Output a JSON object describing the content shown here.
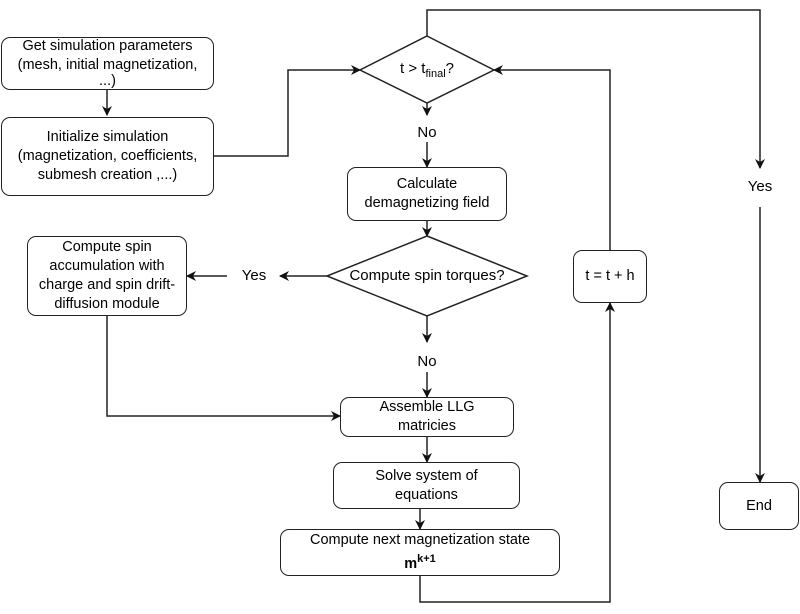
{
  "diagram": {
    "nodes": {
      "get_params": {
        "lines": [
          "Get simulation parameters",
          "(mesh, initial magnetization,",
          "...)"
        ]
      },
      "init_sim": {
        "lines": [
          "Initialize simulation",
          "(magnetization,  coefficients,",
          "submesh creation ,...)"
        ]
      },
      "time_check": {
        "text_main": "t > t",
        "text_sub": "final",
        "text_tail": "?"
      },
      "demag": {
        "lines": [
          "Calculate",
          "demagnetizing field"
        ]
      },
      "spin_torque_check": {
        "text": "Compute spin torques?"
      },
      "spin_accum": {
        "lines": [
          "Compute spin",
          "accumulation with",
          "charge and spin drift-",
          "diffusion module"
        ]
      },
      "assemble": {
        "lines": [
          "Assemble LLG",
          "matricies"
        ]
      },
      "solve": {
        "lines": [
          "Solve system of",
          "equations"
        ]
      },
      "next_state": {
        "line1": "Compute next magnetization state",
        "symbol": "m",
        "superscript": "k+1"
      },
      "increment": {
        "text": "t = t + h"
      },
      "end": {
        "text": "End"
      }
    },
    "edge_labels": {
      "time_no": "No",
      "time_yes": "Yes",
      "torque_yes": "Yes",
      "torque_no": "No"
    },
    "edges": [
      {
        "from": "get_params",
        "to": "init_sim"
      },
      {
        "from": "init_sim",
        "to": "time_check"
      },
      {
        "from": "time_check",
        "to": "demag",
        "label": "No"
      },
      {
        "from": "time_check",
        "to": "end",
        "label": "Yes"
      },
      {
        "from": "demag",
        "to": "spin_torque_check"
      },
      {
        "from": "spin_torque_check",
        "to": "spin_accum",
        "label": "Yes"
      },
      {
        "from": "spin_torque_check",
        "to": "assemble",
        "label": "No"
      },
      {
        "from": "spin_accum",
        "to": "assemble"
      },
      {
        "from": "assemble",
        "to": "solve"
      },
      {
        "from": "solve",
        "to": "next_state"
      },
      {
        "from": "next_state",
        "to": "increment"
      },
      {
        "from": "increment",
        "to": "time_check"
      }
    ],
    "colors": {
      "stroke": "#222222",
      "background": "#ffffff",
      "text": "#000000"
    }
  }
}
